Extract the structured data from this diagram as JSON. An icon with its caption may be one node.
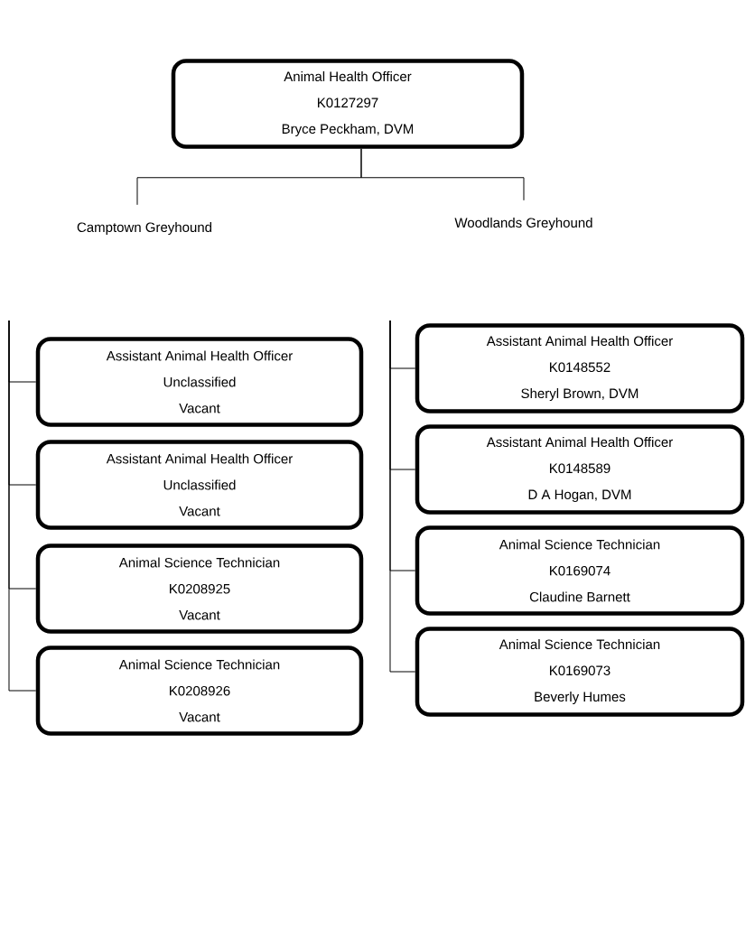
{
  "diagram": {
    "nodes": [
      {
        "text": [
          "Animal Health Officer",
          "K0127297",
          "Bryce Peckham, DVM"
        ]
      },
      {
        "text": [
          "Camptown Greyhound"
        ]
      },
      {
        "text": [
          "Woodlands Greyhound"
        ]
      },
      {
        "text": [
          "Assistant Animal Health Officer",
          "Unclassified",
          "Vacant"
        ]
      },
      {
        "text": [
          "Assistant Animal Health Officer",
          "K0148552",
          "Sheryl Brown, DVM"
        ]
      },
      {
        "text": [
          "Assistant Animal Health Officer",
          "Unclassified",
          "Vacant"
        ]
      },
      {
        "text": [
          "Assistant Animal Health Officer",
          "K0148589",
          "D A Hogan, DVM"
        ]
      },
      {
        "text": [
          "Animal Science Technician",
          "K0208925",
          "Vacant"
        ]
      },
      {
        "text": [
          "Animal Science Technician",
          "K0169074",
          "Claudine Barnett"
        ]
      },
      {
        "text": [
          "Animal Science Technician",
          "K0208926",
          "Vacant"
        ]
      },
      {
        "text": [
          "Animal Science Technician",
          "K0169073",
          "Beverly Humes"
        ]
      }
    ],
    "edges": [
      {
        "from": 0,
        "to": 1,
        "arrow": "none"
      },
      {
        "from": 0,
        "to": 2,
        "arrow": "none"
      },
      {
        "from": null,
        "to": 3,
        "arrow": "none"
      },
      {
        "from": null,
        "to": 5,
        "arrow": "none"
      },
      {
        "from": null,
        "to": 7,
        "arrow": "none"
      },
      {
        "from": null,
        "to": 9,
        "arrow": "none"
      },
      {
        "from": null,
        "to": 4,
        "arrow": "none"
      },
      {
        "from": null,
        "to": 6,
        "arrow": "none"
      },
      {
        "from": null,
        "to": 8,
        "arrow": "none"
      },
      {
        "from": null,
        "to": 10,
        "arrow": "none"
      }
    ]
  }
}
